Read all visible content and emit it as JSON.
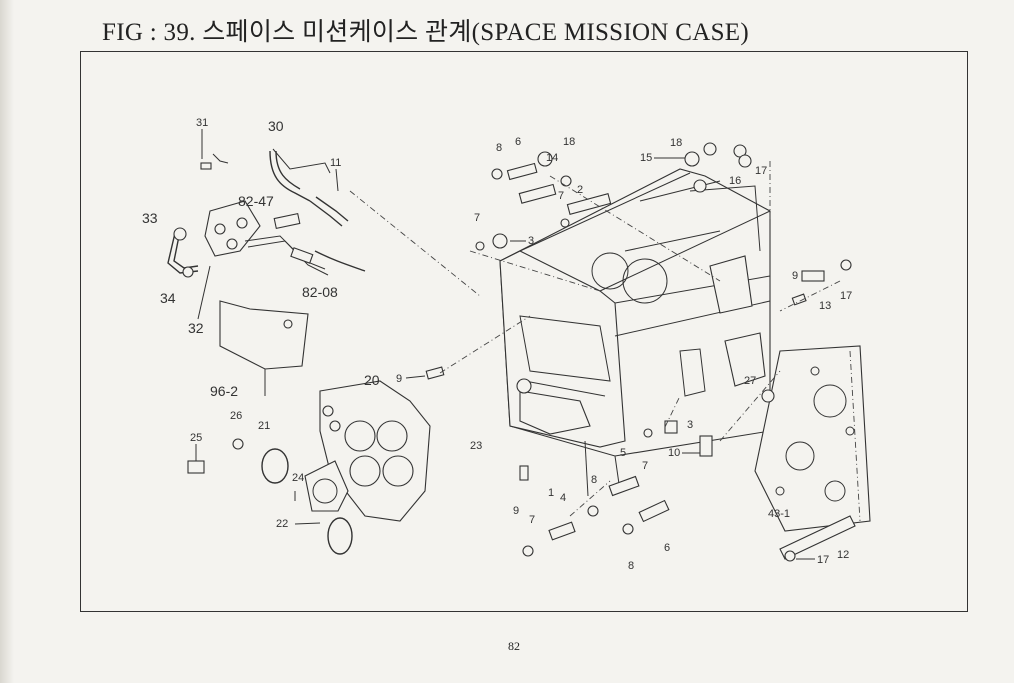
{
  "figure": {
    "title": "FIG : 39. 스페이스 미션케이스 관계(SPACE MISSION CASE)",
    "page_number": "82"
  },
  "callouts": {
    "c31": "31",
    "c30": "30",
    "c11": "11",
    "c8247": "82-47",
    "c33": "33",
    "c34": "34",
    "c32": "32",
    "c8208": "82-08",
    "c962": "96-2",
    "c20": "20",
    "c9a": "9",
    "c26": "26",
    "c21": "21",
    "c25": "25",
    "c24": "24",
    "c22": "22",
    "c23": "23",
    "c8a": "8",
    "c6a": "6",
    "c18a": "18",
    "c14": "14",
    "c7a": "7",
    "c2": "2",
    "c7b": "7",
    "c3a": "3",
    "c18b": "18",
    "c15": "15",
    "c16": "16",
    "c17a": "17",
    "c9b": "9",
    "c13": "13",
    "c17b": "17",
    "c27": "27",
    "c3b": "3",
    "c10": "10",
    "c7c": "7",
    "c5": "5",
    "c1": "1",
    "c9c": "9",
    "c4": "4",
    "c8b": "8",
    "c7d": "7",
    "c6b": "6",
    "c8c": "8",
    "c431": "43-1",
    "c17c": "17",
    "c12": "12"
  }
}
